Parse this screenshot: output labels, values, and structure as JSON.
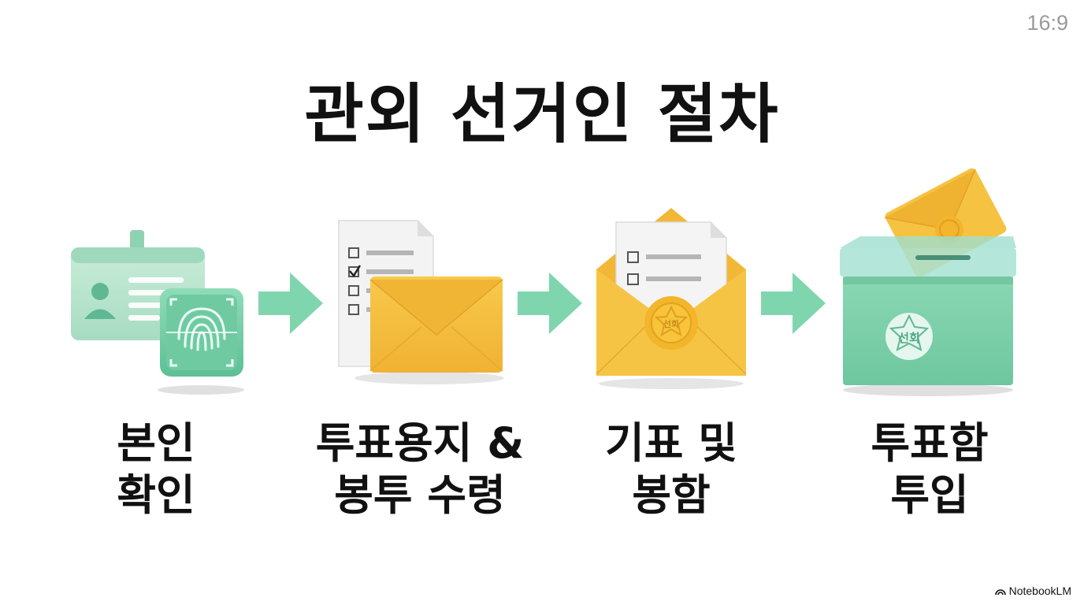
{
  "aspect_label": "16:9",
  "title": "관외 선거인 절차",
  "steps": [
    {
      "line1": "본인",
      "line2": "확인"
    },
    {
      "line1": "투표용지 &",
      "line2": "봉투 수령"
    },
    {
      "line1": "기표 및",
      "line2": "봉함"
    },
    {
      "line1": "투표함",
      "line2": "투입"
    }
  ],
  "seal_text": "선회",
  "brand": "NotebookLM",
  "colors": {
    "mint": "#7dd3ad",
    "mint_dark": "#5fbf97",
    "envelope": "#f5bf3f",
    "envelope_dark": "#e8a825",
    "arrow": "#7fd6ae"
  }
}
